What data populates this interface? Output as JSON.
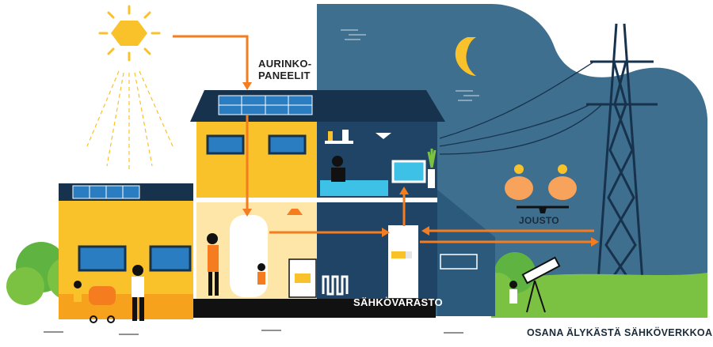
{
  "labels": {
    "solar_panels_line1": "AURINKO-",
    "solar_panels_line2": "PANEELIT",
    "energy_storage": "SÄHKÖVARASTO",
    "flexibility": "JOUSTO",
    "smart_grid": "OSANA ÄLYKÄSTÄ SÄHKÖVERKKOA"
  },
  "colors": {
    "night_sky": "#3e6f8e",
    "house_yellow": "#f9c12a",
    "house_navy": "#1f4466",
    "roof_dark": "#17324d",
    "arrow_orange": "#f57c1f",
    "sun": "#f9c12a",
    "grass": "#7cc242",
    "tree_green": "#5fb441"
  }
}
